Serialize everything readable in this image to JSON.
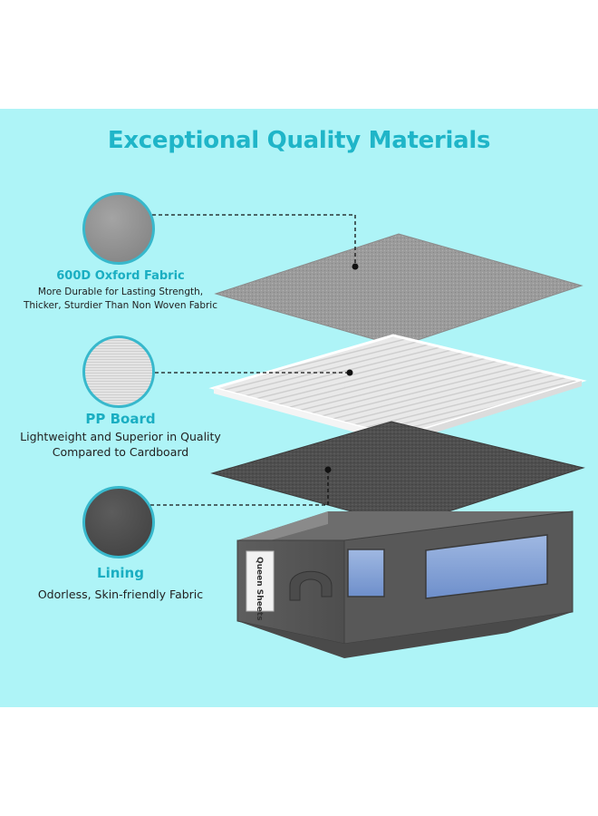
{
  "headline": "Exceptional Quality Materials",
  "materials": [
    {
      "title": "600D Oxford Fabric",
      "desc_lines": [
        "More Durable for Lasting Strength,",
        "Thicker, Sturdier Than Non Woven Fabric"
      ]
    },
    {
      "title": "PP Board",
      "desc_lines": [
        "Lightweight and Superior in Quality",
        "Compared to Cardboard"
      ]
    },
    {
      "title": "Lining",
      "desc_lines": [
        "Odorless, Skin-friendly Fabric"
      ]
    }
  ],
  "box_label": "Queen Sheets",
  "colors": {
    "background": "#aef4f7",
    "accent": "#1fb5c8",
    "text": "#222222"
  }
}
